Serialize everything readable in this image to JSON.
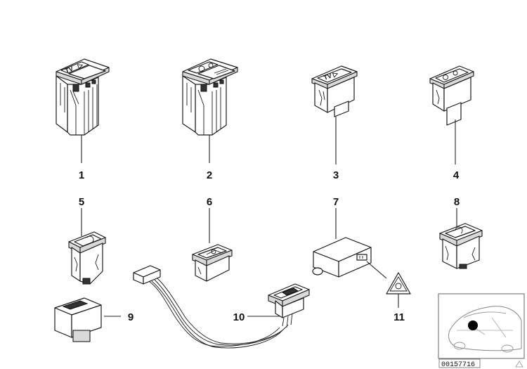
{
  "diagram": {
    "callouts": {
      "c1": "1",
      "c2": "2",
      "c3": "3",
      "c4": "4",
      "c5": "5",
      "c6": "6",
      "c7": "7",
      "c8": "8",
      "c9": "9",
      "c10": "10",
      "c11": "11"
    },
    "button_glyphs": {
      "tv": "TV",
      "play": "▷",
      "tv_play": "TV ▷"
    },
    "reference_number": "00157716"
  }
}
